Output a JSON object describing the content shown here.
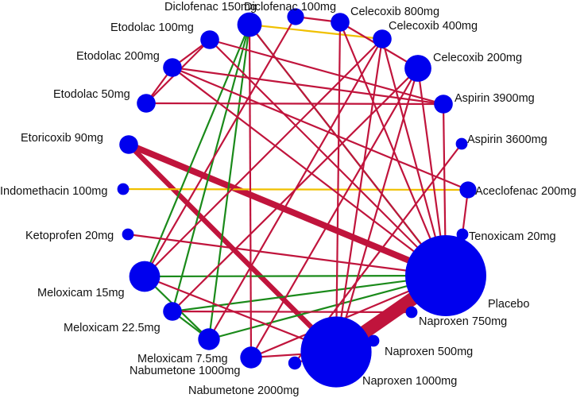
{
  "colors": {
    "node": "#0000ee",
    "edge_red": "#c0143c",
    "edge_green": "#1a8a1a",
    "edge_yellow": "#f0c000"
  },
  "nodes": [
    {
      "id": "diclofenac150",
      "label": "Diclofenac 150mg",
      "weight": 4
    },
    {
      "id": "diclofenac100",
      "label": "Diclofenac 100mg",
      "weight": 1.5
    },
    {
      "id": "celecoxib800",
      "label": "Celecoxib 800mg",
      "weight": 2
    },
    {
      "id": "celecoxib400",
      "label": "Celecoxib 400mg",
      "weight": 2
    },
    {
      "id": "celecoxib200",
      "label": "Celecoxib 200mg",
      "weight": 5
    },
    {
      "id": "aspirin3900",
      "label": "Aspirin 3900mg",
      "weight": 2
    },
    {
      "id": "aspirin3600",
      "label": "Aspirin 3600mg",
      "weight": 0.5
    },
    {
      "id": "aceclofenac200",
      "label": "Aceclofenac 200mg",
      "weight": 1.5
    },
    {
      "id": "tenoxicam20",
      "label": "Tenoxicam 20mg",
      "weight": 0.5
    },
    {
      "id": "placebo",
      "label": "Placebo",
      "weight": 60
    },
    {
      "id": "naproxen750",
      "label": "Naproxen 750mg",
      "weight": 0.5
    },
    {
      "id": "naproxen500",
      "label": "Naproxen 500mg",
      "weight": 0.5
    },
    {
      "id": "naproxen1000",
      "label": "Naproxen 1000mg",
      "weight": 45
    },
    {
      "id": "nabumetone2000",
      "label": "Nabumetone 2000mg",
      "weight": 0.7
    },
    {
      "id": "nabumetone1000",
      "label": "Nabumetone 1000mg",
      "weight": 3
    },
    {
      "id": "meloxicam75",
      "label": "Meloxicam 7.5mg",
      "weight": 3
    },
    {
      "id": "meloxicam225",
      "label": "Meloxicam 22.5mg",
      "weight": 2
    },
    {
      "id": "meloxicam15",
      "label": "Meloxicam 15mg",
      "weight": 7
    },
    {
      "id": "ketoprofen20",
      "label": "Ketoprofen 20mg",
      "weight": 0.5
    },
    {
      "id": "indomethacin100",
      "label": "Indomethacin 100mg",
      "weight": 0.5
    },
    {
      "id": "etoricoxib90",
      "label": "Etoricoxib 90mg",
      "weight": 2
    },
    {
      "id": "etodolac50",
      "label": "Etodolac 50mg",
      "weight": 2
    },
    {
      "id": "etodolac200",
      "label": "Etodolac 200mg",
      "weight": 2
    },
    {
      "id": "etodolac100",
      "label": "Etodolac 100mg",
      "weight": 2
    }
  ],
  "edges": [
    {
      "source": "naproxen1000",
      "target": "placebo",
      "color": "red",
      "weight": 10
    },
    {
      "source": "etoricoxib90",
      "target": "placebo",
      "color": "red",
      "weight": 4
    },
    {
      "source": "etoricoxib90",
      "target": "naproxen1000",
      "color": "red",
      "weight": 3
    },
    {
      "source": "indomethacin100",
      "target": "aceclofenac200",
      "color": "yellow",
      "weight": 1
    },
    {
      "source": "diclofenac150",
      "target": "celecoxib400",
      "color": "yellow",
      "weight": 1
    },
    {
      "source": "diclofenac150",
      "target": "placebo",
      "color": "green",
      "weight": 1
    },
    {
      "source": "diclofenac150",
      "target": "meloxicam15",
      "color": "green",
      "weight": 1
    },
    {
      "source": "diclofenac150",
      "target": "meloxicam225",
      "color": "green",
      "weight": 1
    },
    {
      "source": "diclofenac150",
      "target": "meloxicam75",
      "color": "green",
      "weight": 1
    },
    {
      "source": "meloxicam15",
      "target": "placebo",
      "color": "green",
      "weight": 1
    },
    {
      "source": "meloxicam225",
      "target": "placebo",
      "color": "green",
      "weight": 1
    },
    {
      "source": "meloxicam75",
      "target": "placebo",
      "color": "green",
      "weight": 1
    },
    {
      "source": "meloxicam15",
      "target": "meloxicam75",
      "color": "green",
      "weight": 1
    },
    {
      "source": "meloxicam225",
      "target": "meloxicam75",
      "color": "green",
      "weight": 1
    },
    {
      "source": "diclofenac150",
      "target": "nabumetone1000",
      "color": "red",
      "weight": 1
    },
    {
      "source": "diclofenac150",
      "target": "placebo",
      "color": "red",
      "weight": 1
    },
    {
      "source": "diclofenac100",
      "target": "meloxicam15",
      "color": "red",
      "weight": 1
    },
    {
      "source": "diclofenac100",
      "target": "celecoxib800",
      "color": "red",
      "weight": 1
    },
    {
      "source": "celecoxib800",
      "target": "celecoxib200",
      "color": "red",
      "weight": 1
    },
    {
      "source": "celecoxib800",
      "target": "naproxen1000",
      "color": "red",
      "weight": 1
    },
    {
      "source": "celecoxib800",
      "target": "placebo",
      "color": "red",
      "weight": 1
    },
    {
      "source": "celecoxib400",
      "target": "placebo",
      "color": "red",
      "weight": 1
    },
    {
      "source": "celecoxib400",
      "target": "naproxen1000",
      "color": "red",
      "weight": 1
    },
    {
      "source": "celecoxib400",
      "target": "meloxicam15",
      "color": "red",
      "weight": 1
    },
    {
      "source": "celecoxib400",
      "target": "meloxicam75",
      "color": "red",
      "weight": 1
    },
    {
      "source": "celecoxib200",
      "target": "placebo",
      "color": "red",
      "weight": 1
    },
    {
      "source": "celecoxib200",
      "target": "naproxen1000",
      "color": "red",
      "weight": 1
    },
    {
      "source": "celecoxib200",
      "target": "nabumetone1000",
      "color": "red",
      "weight": 1
    },
    {
      "source": "celecoxib200",
      "target": "meloxicam225",
      "color": "red",
      "weight": 1
    },
    {
      "source": "etodolac100",
      "target": "placebo",
      "color": "red",
      "weight": 1
    },
    {
      "source": "etodolac100",
      "target": "aspirin3900",
      "color": "red",
      "weight": 1
    },
    {
      "source": "etodolac100",
      "target": "etodolac50",
      "color": "red",
      "weight": 1
    },
    {
      "source": "etodolac100",
      "target": "etodolac200",
      "color": "red",
      "weight": 1
    },
    {
      "source": "etodolac200",
      "target": "aspirin3900",
      "color": "red",
      "weight": 1
    },
    {
      "source": "etodolac200",
      "target": "aceclofenac200",
      "color": "red",
      "weight": 1
    },
    {
      "source": "etodolac200",
      "target": "etodolac50",
      "color": "red",
      "weight": 1
    },
    {
      "source": "etodolac50",
      "target": "aspirin3900",
      "color": "red",
      "weight": 1
    },
    {
      "source": "aspirin3900",
      "target": "placebo",
      "color": "red",
      "weight": 1
    },
    {
      "source": "aspirin3600",
      "target": "nabumetone2000",
      "color": "red",
      "weight": 1
    },
    {
      "source": "aceclofenac200",
      "target": "tenoxicam20",
      "color": "red",
      "weight": 1
    },
    {
      "source": "ketoprofen20",
      "target": "placebo",
      "color": "red",
      "weight": 1
    },
    {
      "source": "meloxicam15",
      "target": "naproxen1000",
      "color": "red",
      "weight": 1
    },
    {
      "source": "nabumetone1000",
      "target": "placebo",
      "color": "red",
      "weight": 1
    },
    {
      "source": "nabumetone1000",
      "target": "naproxen1000",
      "color": "red",
      "weight": 1
    },
    {
      "source": "nabumetone2000",
      "target": "naproxen1000",
      "color": "red",
      "weight": 1
    },
    {
      "source": "naproxen750",
      "target": "meloxicam225",
      "color": "red",
      "weight": 1
    },
    {
      "source": "etodolac200",
      "target": "placebo",
      "color": "red",
      "weight": 1
    }
  ]
}
